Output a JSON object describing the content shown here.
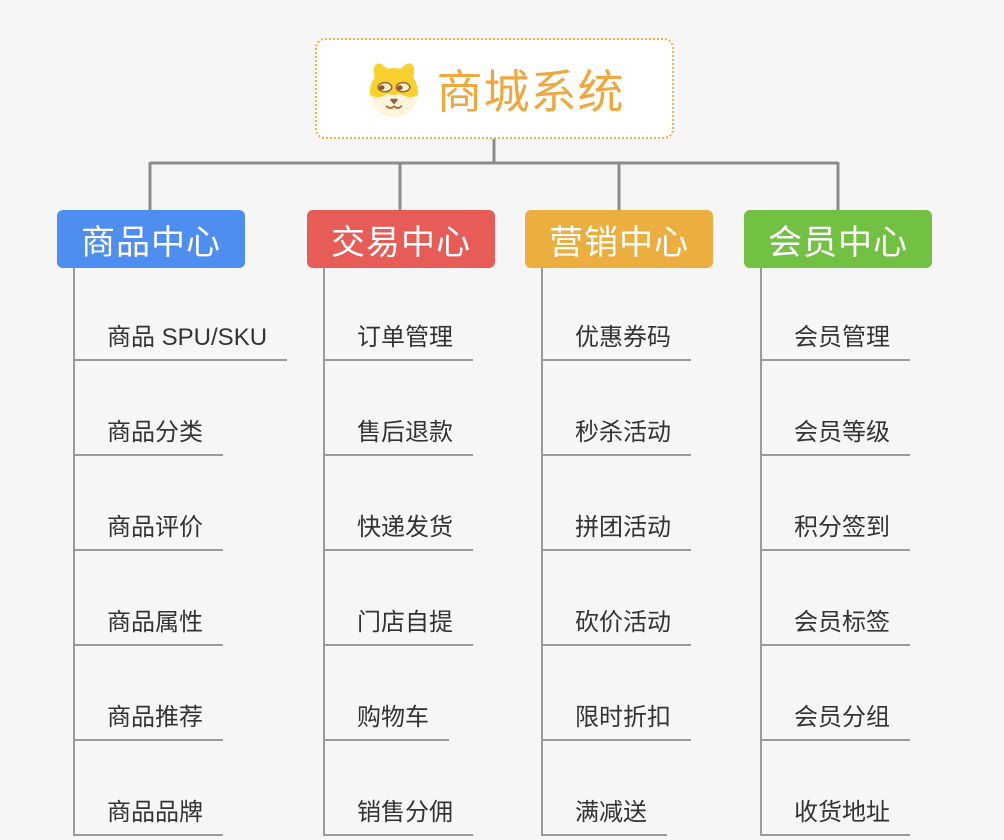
{
  "page": {
    "background_color": "#f6f6f6",
    "connector_color": "#8c8c8c"
  },
  "root": {
    "title": "商城系统",
    "title_color": "#f0a73e",
    "border_color": "#f2b04d",
    "icon": "dog-face-icon"
  },
  "branches": [
    {
      "label": "商品中心",
      "color": "#4e8ef0",
      "items": [
        "商品 SPU/SKU",
        "商品分类",
        "商品评价",
        "商品属性",
        "商品推荐",
        "商品品牌"
      ]
    },
    {
      "label": "交易中心",
      "color": "#e85c58",
      "items": [
        "订单管理",
        "售后退款",
        "快递发货",
        "门店自提",
        "购物车",
        "销售分佣"
      ]
    },
    {
      "label": "营销中心",
      "color": "#edae40",
      "items": [
        "优惠券码",
        "秒杀活动",
        "拼团活动",
        "砍价活动",
        "限时折扣",
        "满减送"
      ]
    },
    {
      "label": "会员中心",
      "color": "#72c142",
      "items": [
        "会员管理",
        "会员等级",
        "积分签到",
        "会员标签",
        "会员分组",
        "收货地址"
      ]
    }
  ]
}
